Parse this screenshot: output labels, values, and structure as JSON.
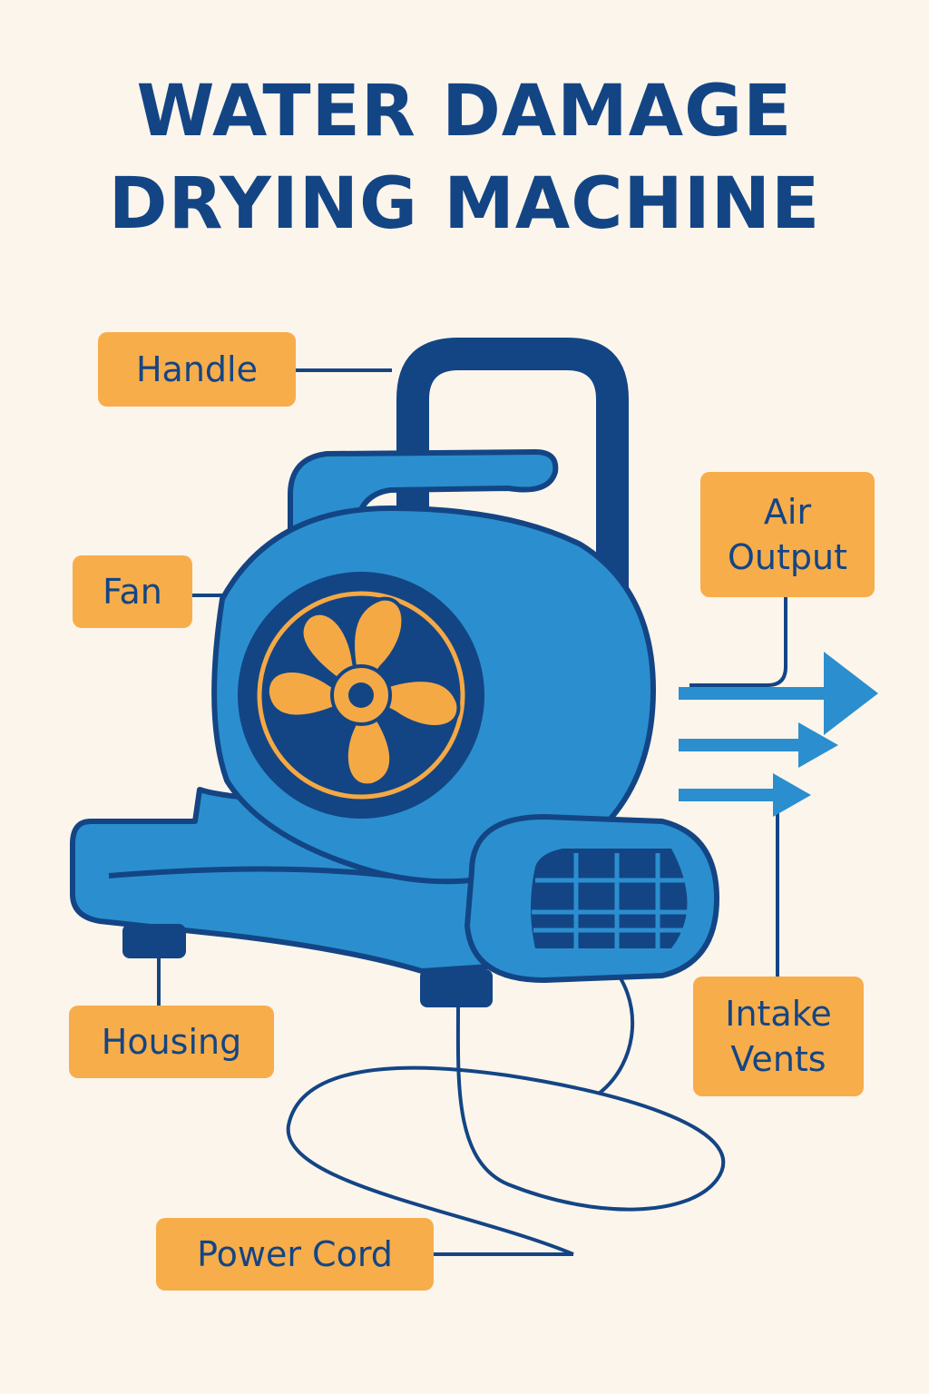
{
  "title": {
    "line1": "WATER DAMAGE",
    "line2": "DRYING MACHINE"
  },
  "labels": {
    "handle": "Handle",
    "fan": "Fan",
    "air_output_line1": "Air",
    "air_output_line2": "Output",
    "housing": "Housing",
    "intake_vents_line1": "Intake",
    "intake_vents_line2": "Vents",
    "power_cord": "Power Cord"
  },
  "colors": {
    "background": "#fcf5eb",
    "navy": "#134585",
    "machine_blue": "#2b8fcf",
    "label_orange": "#f7ad4a",
    "fan_orange": "#f5a944"
  }
}
